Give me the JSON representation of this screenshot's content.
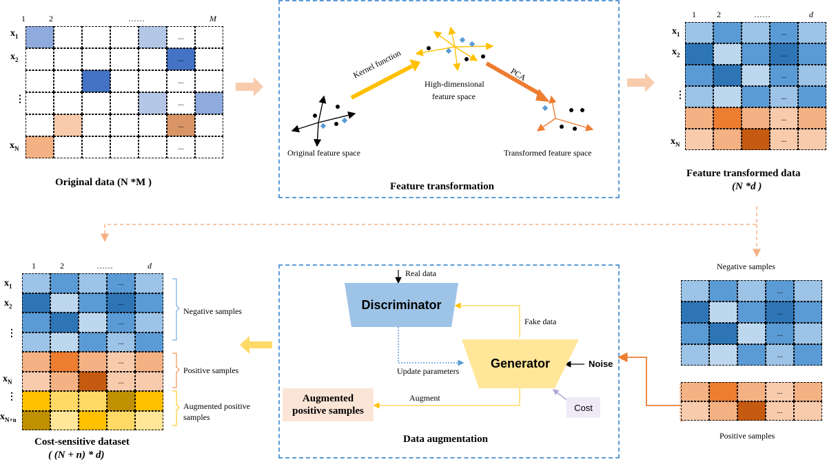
{
  "colors": {
    "w": "#ffffff",
    "b1": "#bdd7ee",
    "b2": "#9dc3e6",
    "b3": "#5b9bd5",
    "b4": "#2e75b6",
    "b5": "#4472c4",
    "bA": "#8faadc",
    "bB": "#b4c7e7",
    "o1": "#f8cbad",
    "o2": "#f4b183",
    "o3": "#ed7d31",
    "o4": "#c55a11",
    "oA": "#d99566",
    "y1": "#ffe699",
    "y2": "#ffd966",
    "y3": "#ffc000",
    "y4": "#bf9000",
    "dashed_frame": "#5b9bd5",
    "arrow_peach": "#f8cbad",
    "arrow_orange": "#ed7d31"
  },
  "original_data": {
    "title": "Original data (N *M )",
    "col_labels": [
      "1",
      "2",
      "……",
      "M"
    ],
    "row_labels": [
      "x1",
      "x2",
      "⋮",
      "xN"
    ],
    "cells": [
      [
        "bA",
        "w",
        "w",
        "w",
        "bB",
        "w:...",
        "w"
      ],
      [
        "w",
        "w",
        "w",
        "w",
        "w",
        "b5:...",
        "w"
      ],
      [
        "w",
        "w",
        "b5",
        "w",
        "w",
        "w:...",
        "w"
      ],
      [
        "w",
        "w",
        "w",
        "w",
        "bB",
        "w:...",
        "bA"
      ],
      [
        "w",
        "o1",
        "w",
        "w",
        "w",
        "oA:...",
        "w"
      ],
      [
        "o2",
        "w",
        "w",
        "w",
        "w",
        "w:...",
        "w"
      ]
    ]
  },
  "feature_transformation": {
    "title": "Feature transformation",
    "original_space": "Original feature space",
    "kernel": "Kernel function",
    "high_dim_1": "High-dimensional",
    "high_dim_2": "feature space",
    "pca": "PCA",
    "transformed_space": "Transformed feature space"
  },
  "transformed_data": {
    "title_1": "Feature transformed data",
    "title_2": "(N *d )",
    "col_labels": [
      "1",
      "2",
      "……",
      "d"
    ],
    "row_labels": [
      "x1",
      "x2",
      "⋮",
      "xN"
    ],
    "cells": [
      [
        "b2",
        "b3",
        "b2",
        "b3:...",
        "b2"
      ],
      [
        "b4",
        "b1",
        "b3",
        "b4:...",
        "b3"
      ],
      [
        "b3",
        "b4",
        "b1",
        "b3:...",
        "b2"
      ],
      [
        "b2",
        "b1",
        "b3",
        "b2:...",
        "b3"
      ],
      [
        "o2",
        "o3",
        "o2",
        "o1:...",
        "o2"
      ],
      [
        "o1",
        "o2",
        "o4",
        "o1:...",
        "o1"
      ]
    ]
  },
  "split": {
    "negative": "Negative samples",
    "positive": "Positive samples",
    "neg_cells": [
      [
        "b2",
        "b3",
        "b2",
        "b3:...",
        "b2"
      ],
      [
        "b4",
        "b1",
        "b3",
        "b4:...",
        "b3"
      ],
      [
        "b3",
        "b4",
        "b1",
        "b3:...",
        "b2"
      ],
      [
        "b2",
        "b1",
        "b3",
        "b2:...",
        "b3"
      ]
    ],
    "pos_cells": [
      [
        "o2",
        "o3",
        "o2",
        "o1:...",
        "o2"
      ],
      [
        "o1",
        "o2",
        "o4",
        "o1:...",
        "o1"
      ]
    ]
  },
  "data_augmentation": {
    "title": "Data augmentation",
    "real_data": "Real data",
    "discriminator": "Discriminator",
    "fake_data": "Fake data",
    "update": "Update parameters",
    "generator": "Generator",
    "noise": "Noise",
    "augment": "Augment",
    "aug_block_1": "Augmented",
    "aug_block_2": "positive samples",
    "cost": "Cost"
  },
  "cost_sensitive": {
    "title_1": "Cost-sensitive dataset",
    "title_2": "( (N + n) * d)",
    "col_labels": [
      "1",
      "2",
      "……",
      "d"
    ],
    "row_labels": [
      "x1",
      "x2",
      "⋮",
      "xN",
      "⋮",
      "xN+n"
    ],
    "brace_negative": "Negative samples",
    "brace_positive": "Positive samples",
    "brace_aug_1": "Augmented positive",
    "brace_aug_2": "samples",
    "cells": [
      [
        "b2",
        "b3",
        "b2",
        "b3:...",
        "b2"
      ],
      [
        "b4",
        "b1",
        "b3",
        "b4:...",
        "b3"
      ],
      [
        "b3",
        "b4",
        "b1",
        "b3:...",
        "b2"
      ],
      [
        "b2",
        "b1",
        "b3",
        "b2:...",
        "b3"
      ],
      [
        "o2",
        "o3",
        "o2",
        "o1:...",
        "o2"
      ],
      [
        "o1",
        "o2",
        "o4",
        "o1:...",
        "o1"
      ],
      [
        "y3",
        "y2",
        "y2",
        "y4",
        "y3"
      ],
      [
        "y4",
        "y1",
        "y3",
        "y2",
        "y1"
      ]
    ]
  }
}
